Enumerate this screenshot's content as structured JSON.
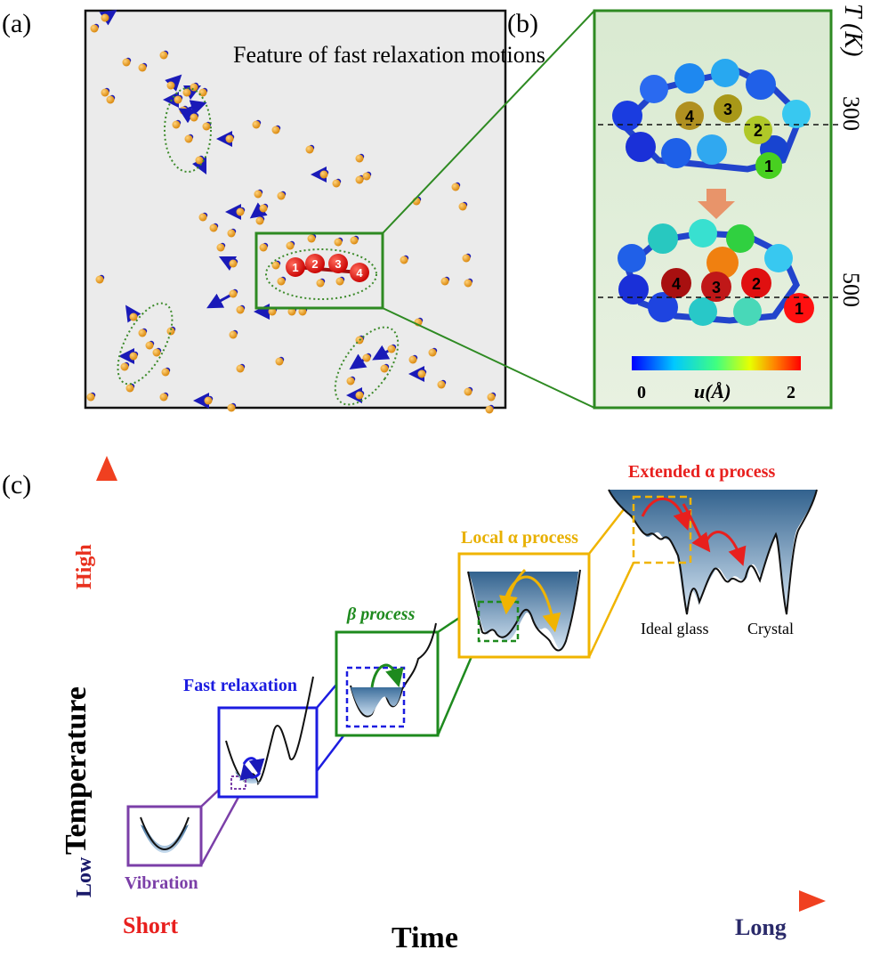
{
  "panels": {
    "a": "(a)",
    "b": "(b)",
    "c": "(c)"
  },
  "panel_a": {
    "title": "Feature of fast relaxation motions",
    "chain_labels": [
      "1",
      "2",
      "3",
      "4"
    ]
  },
  "panel_b": {
    "axis_label": "T (K)",
    "ticks": [
      "300",
      "500"
    ],
    "top_labels": [
      "4",
      "3",
      "2",
      "1"
    ],
    "bottom_labels": [
      "4",
      "3",
      "2",
      "1"
    ],
    "colorbar": {
      "min": "0",
      "max": "2",
      "label": "u(Å)"
    }
  },
  "panel_c": {
    "y_axis": {
      "title": "Temperature",
      "low": "Low",
      "high": "High"
    },
    "x_axis": {
      "title": "Time",
      "short": "Short",
      "long": "Long"
    },
    "stages": {
      "vibration": "Vibration",
      "fast": "Fast relaxation",
      "beta": "β process",
      "local": "Local α process",
      "extended": "Extended α process"
    },
    "minima": {
      "ideal_glass": "Ideal glass",
      "crystal": "Crystal"
    }
  },
  "colors": {
    "vibration": "#7b3fa8",
    "fast": "#1c1ce0",
    "beta": "#1e8a1e",
    "local": "#e8b000",
    "extended": "#e8201e",
    "atom_orange": "#e89a1e",
    "arrow_blue": "#1a1ab8"
  }
}
